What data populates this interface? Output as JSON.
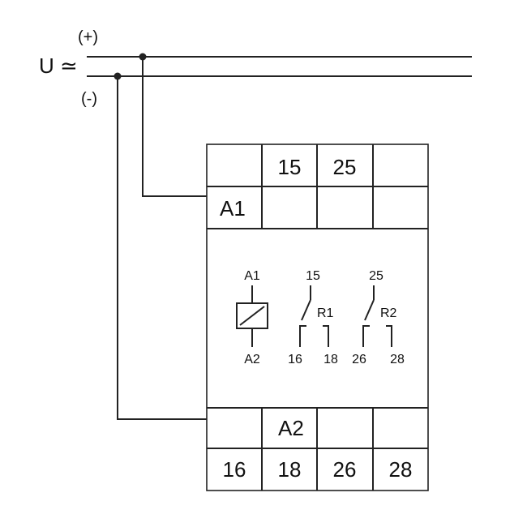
{
  "supply": {
    "voltage_label": "U ≃",
    "plus_label": "(+)",
    "minus_label": "(-)"
  },
  "top_block": {
    "row1": [
      "",
      "15",
      "25",
      ""
    ],
    "a1_label": "A1"
  },
  "bottom_block": {
    "a2_label": "A2",
    "row2": [
      "16",
      "18",
      "26",
      "28"
    ]
  },
  "schematic": {
    "coil_top": "A1",
    "coil_bottom": "A2",
    "r1": {
      "common": "15",
      "name": "R1",
      "nc": "16",
      "no": "18"
    },
    "r2": {
      "common": "25",
      "name": "R2",
      "nc": "26",
      "no": "28"
    }
  },
  "colors": {
    "ink": "#222222",
    "background": "#ffffff"
  }
}
